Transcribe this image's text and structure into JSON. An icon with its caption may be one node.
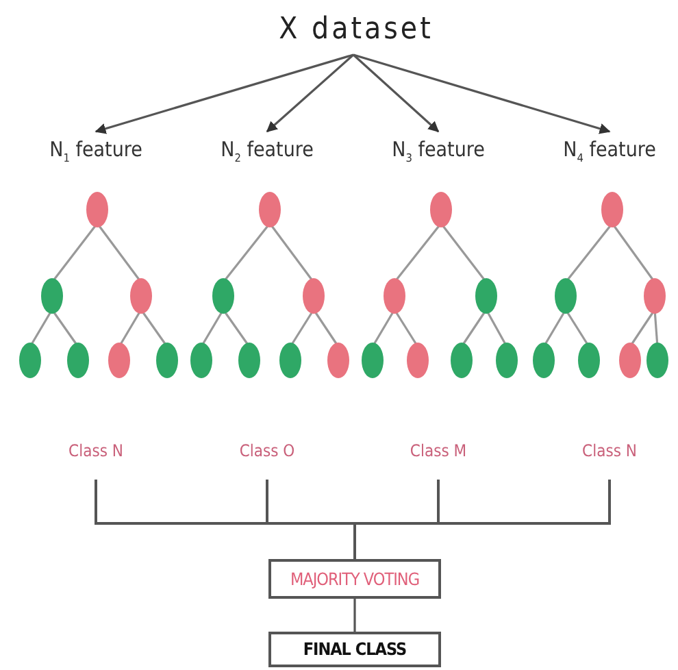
{
  "diagram": {
    "nodes": [
      {
        "text": [
          "X dataset"
        ]
      },
      {
        "text": [
          "N$_{1}$ feature"
        ]
      },
      {
        "text": [
          "N$_{2}$ feature"
        ]
      },
      {
        "text": [
          "N$_{3}$ feature"
        ]
      },
      {
        "text": [
          "N$_{4}$ feature"
        ]
      },
      {
        "text": [],
        "shape": "circle"
      },
      {
        "text": [],
        "shape": "circle"
      },
      {
        "text": [],
        "shape": "circle"
      },
      {
        "text": [],
        "shape": "circle"
      },
      {
        "text": [],
        "shape": "circle"
      },
      {
        "text": [],
        "shape": "circle"
      },
      {
        "text": [],
        "shape": "circle"
      },
      {
        "text": [],
        "shape": "circle"
      },
      {
        "text": [],
        "shape": "circle"
      },
      {
        "text": [],
        "shape": "circle"
      },
      {
        "text": [],
        "shape": "circle"
      },
      {
        "text": [],
        "shape": "circle"
      },
      {
        "text": [],
        "shape": "circle"
      },
      {
        "text": [],
        "shape": "circle"
      },
      {
        "text": [],
        "shape": "circle"
      },
      {
        "text": [],
        "shape": "circle"
      },
      {
        "text": [],
        "shape": "circle"
      },
      {
        "text": [],
        "shape": "circle"
      },
      {
        "text": [],
        "shape": "circle"
      },
      {
        "text": [],
        "shape": "circle"
      },
      {
        "text": [],
        "shape": "circle"
      },
      {
        "text": [],
        "shape": "circle"
      },
      {
        "text": [],
        "shape": "circle"
      },
      {
        "text": [],
        "shape": "circle"
      },
      {
        "text": [],
        "shape": "circle"
      },
      {
        "text": [],
        "shape": "circle"
      },
      {
        "text": [],
        "shape": "circle"
      },
      {
        "text": [],
        "shape": "circle"
      },
      {
        "text": [
          "Class N"
        ]
      },
      {
        "text": [
          "Class O"
        ]
      },
      {
        "text": [
          "Class M"
        ]
      },
      {
        "text": [
          "Class N"
        ]
      },
      {
        "text": [
          "MAJORITY VOTING"
        ]
      },
      {
        "text": [
          "FINAL CLASS"
        ]
      }
    ],
    "edges": [
      {
        "from": 0,
        "to": 1,
        "arrow": "to"
      },
      {
        "from": 0,
        "to": 2,
        "arrow": "to"
      },
      {
        "from": 0,
        "to": 3,
        "arrow": "to"
      },
      {
        "from": 0,
        "to": 4,
        "arrow": "to"
      },
      {
        "from": 5,
        "to": 9,
        "arrow": "none"
      },
      {
        "from": 5,
        "to": 10,
        "arrow": "none"
      },
      {
        "from": 6,
        "to": 11,
        "arrow": "none"
      },
      {
        "from": 6,
        "to": 12,
        "arrow": "none"
      },
      {
        "from": 7,
        "to": 13,
        "arrow": "none"
      },
      {
        "from": 7,
        "to": 14,
        "arrow": "none"
      },
      {
        "from": 8,
        "to": 15,
        "arrow": "none"
      },
      {
        "from": 8,
        "to": 16,
        "arrow": "none"
      },
      {
        "from": 9,
        "to": 17,
        "arrow": "none"
      },
      {
        "from": 9,
        "to": 18,
        "arrow": "none"
      },
      {
        "from": 10,
        "to": 19,
        "arrow": "none"
      },
      {
        "from": 10,
        "to": 20,
        "arrow": "none"
      },
      {
        "from": 11,
        "to": 21,
        "arrow": "none"
      },
      {
        "from": 11,
        "to": 22,
        "arrow": "none"
      },
      {
        "from": 12,
        "to": 23,
        "arrow": "none"
      },
      {
        "from": 12,
        "to": 24,
        "arrow": "none"
      },
      {
        "from": 13,
        "to": 25,
        "arrow": "none"
      },
      {
        "from": 13,
        "to": 26,
        "arrow": "none"
      },
      {
        "from": 14,
        "to": 27,
        "arrow": "none"
      },
      {
        "from": 14,
        "to": 28,
        "arrow": "none"
      },
      {
        "from": 15,
        "to": 29,
        "arrow": "none"
      },
      {
        "from": 15,
        "to": 30,
        "arrow": "none"
      },
      {
        "from": 16,
        "to": 31,
        "arrow": "none"
      },
      {
        "from": 16,
        "to": 32,
        "arrow": "none"
      },
      {
        "from": 33,
        "to": 37,
        "arrow": "none"
      },
      {
        "from": 34,
        "to": 37,
        "arrow": "none"
      },
      {
        "from": 35,
        "to": 37,
        "arrow": "none"
      },
      {
        "from": 36,
        "to": 37,
        "arrow": "none"
      },
      {
        "from": 37,
        "to": 38,
        "arrow": "none"
      }
    ]
  }
}
